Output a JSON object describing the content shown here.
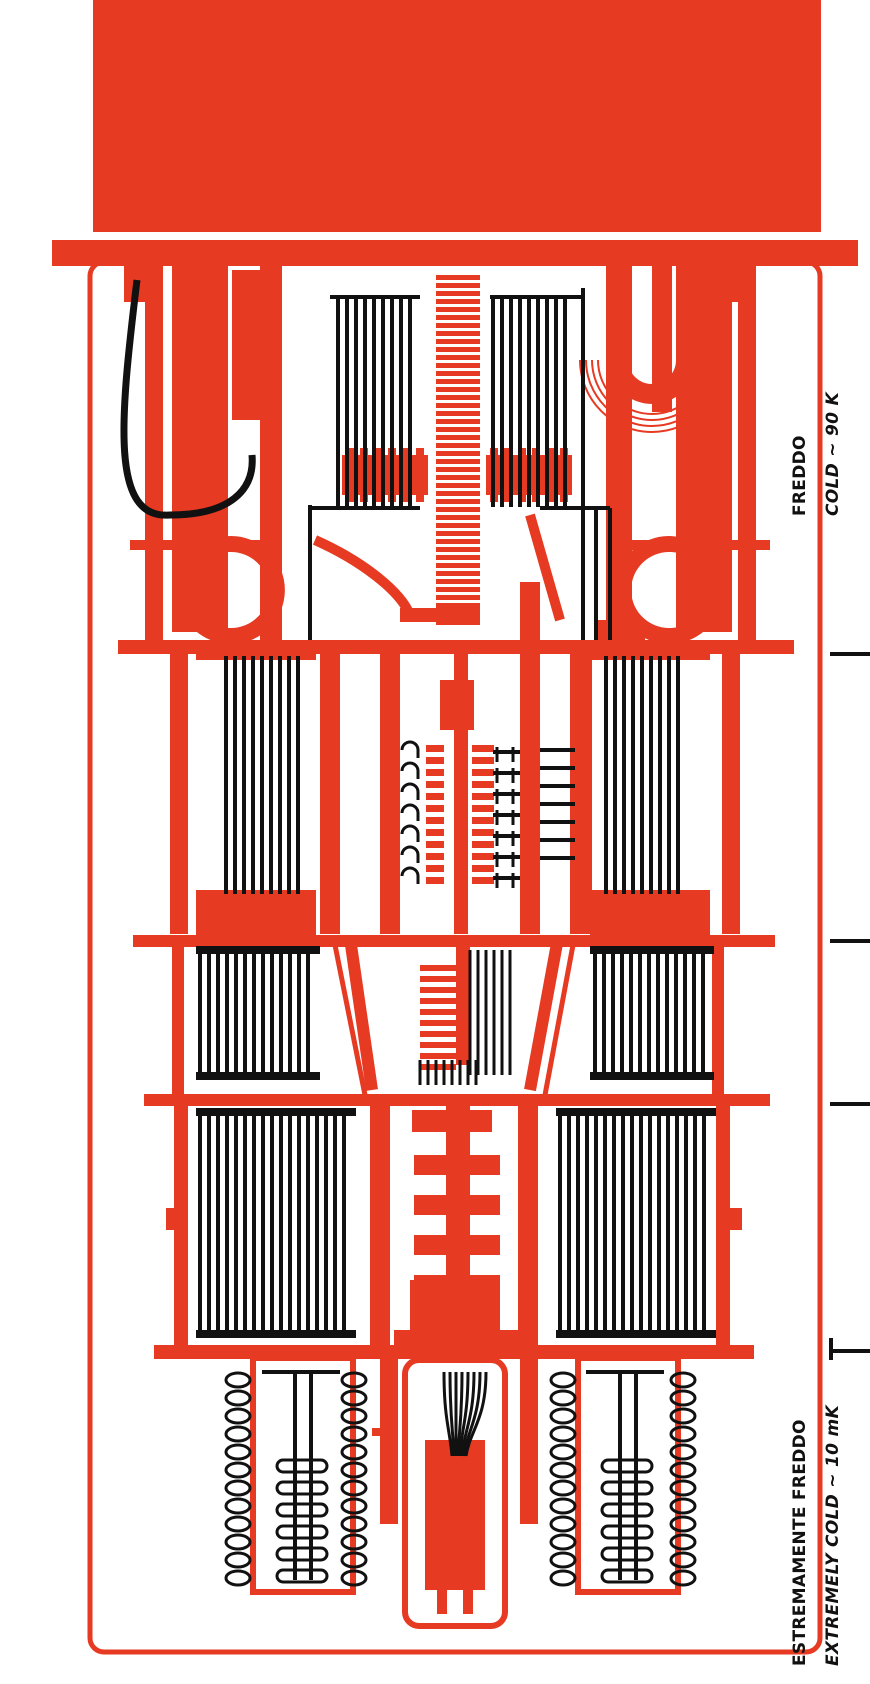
{
  "colors": {
    "primary": "#e63a23",
    "line": "#111111",
    "background": "#ffffff"
  },
  "labels": {
    "cold_it": "FREDDO",
    "cold_en": "COLD ~ 90 K",
    "extreme_it": "ESTREMAMENTE FREDDO",
    "extreme_en": "EXTREMELY COLD ~ 10 mK"
  }
}
